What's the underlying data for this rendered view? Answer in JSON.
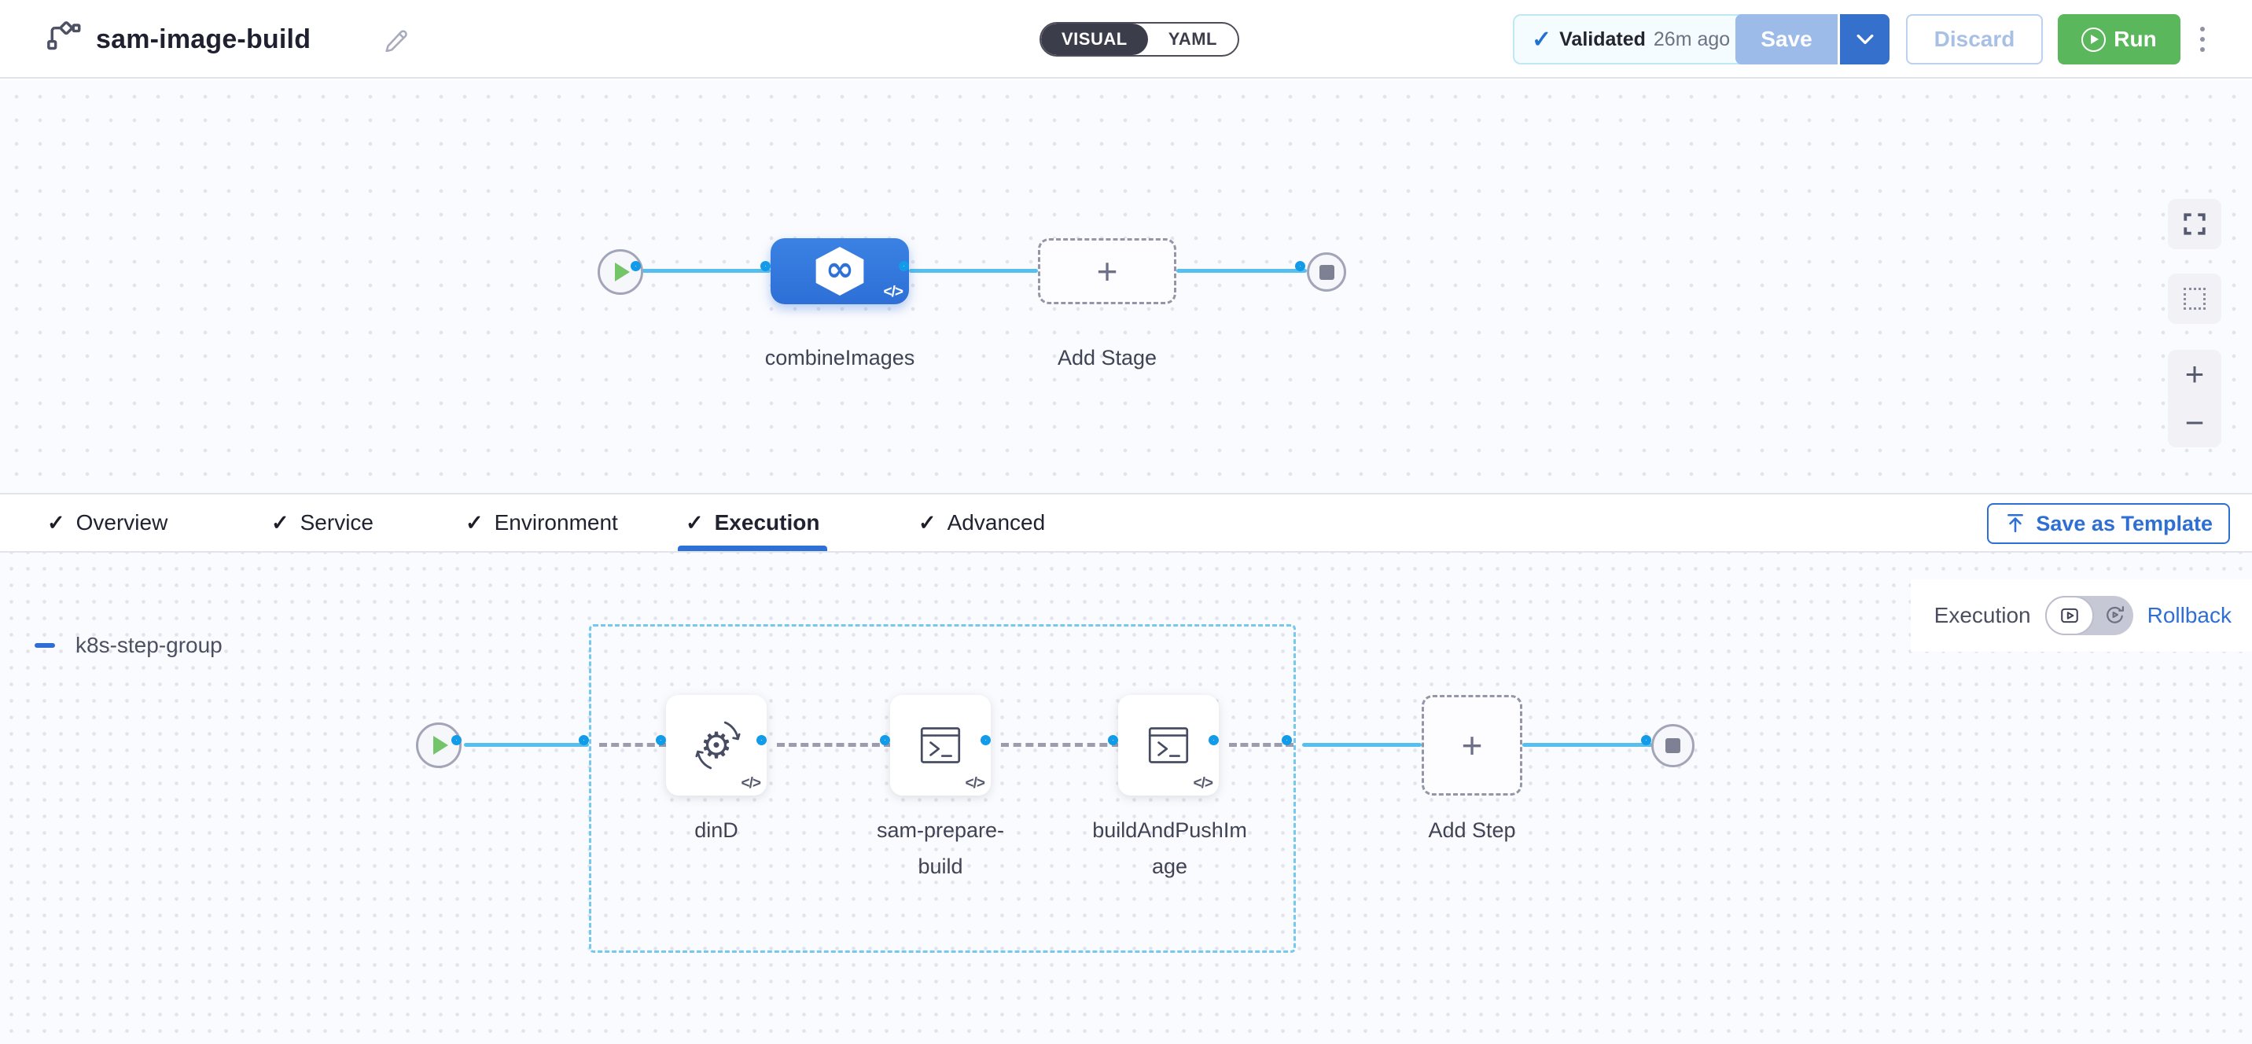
{
  "header": {
    "title": "sam-image-build",
    "mode_toggle": {
      "visual_label": "VISUAL",
      "yaml_label": "YAML",
      "selected": "VISUAL"
    },
    "validation": {
      "status": "Validated",
      "time_ago": "26m ago"
    },
    "save_label": "Save",
    "discard_label": "Discard",
    "run_label": "Run"
  },
  "stage_canvas": {
    "stage_label": "combineImages",
    "add_stage_label": "Add Stage"
  },
  "tabs": {
    "items": [
      {
        "label": "Overview",
        "checked": true,
        "active": false
      },
      {
        "label": "Service",
        "checked": true,
        "active": false
      },
      {
        "label": "Environment",
        "checked": true,
        "active": false
      },
      {
        "label": "Execution",
        "checked": true,
        "active": true
      },
      {
        "label": "Advanced",
        "checked": true,
        "active": false
      }
    ],
    "save_as_template_label": "Save as Template"
  },
  "execution_canvas": {
    "mode_label": "Execution",
    "rollback_label": "Rollback",
    "step_group": {
      "name": "k8s-step-group",
      "steps": [
        {
          "name": "dinD",
          "icon": "gear-sync-icon"
        },
        {
          "name": "sam-prepare-build",
          "icon": "terminal-icon"
        },
        {
          "name": "buildAndPushImage",
          "icon": "terminal-icon"
        }
      ]
    },
    "add_step_label": "Add Step"
  },
  "glyphs": {
    "check": "✓",
    "plus": "+",
    "minus": "−",
    "infinity": "∞",
    "gear": "⚙",
    "code_badge": "</>"
  },
  "colors": {
    "primary_blue": "#2f70d6",
    "stage_node_blue": "#3173d9",
    "connector_line_blue": "#57bfee",
    "connector_ring_blue": "#119be8",
    "run_green": "#5ab75c",
    "save_disabled_blue": "#9dbbe9",
    "save_caret_blue": "#3570cd",
    "group_border_blue": "#76c9ec",
    "dashed_connector_gray": "#9b9dae"
  }
}
